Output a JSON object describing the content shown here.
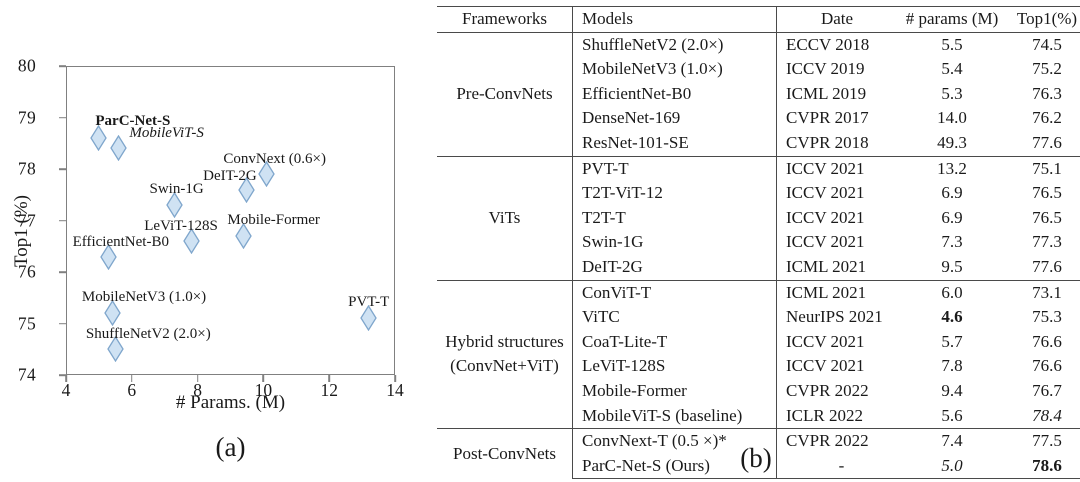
{
  "figure": {
    "caption_a": "(a)",
    "caption_b": "(b)"
  },
  "chart_data": {
    "type": "scatter",
    "title": "",
    "xlabel": "# Params. (M)",
    "ylabel": "Top1 (%)",
    "xlim": [
      4,
      14
    ],
    "ylim": [
      74,
      80
    ],
    "xticks": [
      "4",
      "6",
      "8",
      "10",
      "12",
      "14"
    ],
    "yticks": [
      "74",
      "75",
      "76",
      "77",
      "78",
      "79",
      "80"
    ],
    "grid": false,
    "legend": "none",
    "marker_fill": "#cfe2f3",
    "marker_edge": "#7fa6cc",
    "points": [
      {
        "label": "ParC-Net-S",
        "x": 5.0,
        "y": 78.6,
        "style": "bold"
      },
      {
        "label": "MobileViT-S",
        "x": 5.6,
        "y": 78.4,
        "style": "italic"
      },
      {
        "label": "ConvNext (0.6×)",
        "x": 10.1,
        "y": 77.9,
        "style": "normal"
      },
      {
        "label": "DeIT-2G",
        "x": 9.5,
        "y": 77.6,
        "style": "normal"
      },
      {
        "label": "Swin-1G",
        "x": 7.3,
        "y": 77.3,
        "style": "normal"
      },
      {
        "label": "Mobile-Former",
        "x": 9.4,
        "y": 76.7,
        "style": "normal"
      },
      {
        "label": "LeViT-128S",
        "x": 7.8,
        "y": 76.6,
        "style": "normal"
      },
      {
        "label": "EfficientNet-B0",
        "x": 5.3,
        "y": 76.3,
        "style": "normal"
      },
      {
        "label": "MobileNetV3 (1.0×)",
        "x": 5.4,
        "y": 75.2,
        "style": "normal"
      },
      {
        "label": "ShuffleNetV2 (2.0×)",
        "x": 5.5,
        "y": 74.5,
        "style": "normal"
      },
      {
        "label": "PVT-T",
        "x": 13.2,
        "y": 75.1,
        "style": "normal"
      }
    ]
  },
  "table": {
    "headers": [
      "Frameworks",
      "Models",
      "Date",
      "# params (M)",
      "Top1(%)"
    ],
    "groups": [
      {
        "framework": "Pre-ConvNets",
        "rows": [
          {
            "model": "ShuffleNetV2 (2.0×)",
            "date": "ECCV 2018",
            "params": "5.5",
            "top1": "74.5"
          },
          {
            "model": "MobileNetV3 (1.0×)",
            "date": "ICCV 2019",
            "params": "5.4",
            "top1": "75.2"
          },
          {
            "model": "EfficientNet-B0",
            "date": "ICML 2019",
            "params": "5.3",
            "top1": "76.3"
          },
          {
            "model": "DenseNet-169",
            "date": "CVPR 2017",
            "params": "14.0",
            "top1": "76.2"
          },
          {
            "model": "ResNet-101-SE",
            "date": "CVPR 2018",
            "params": "49.3",
            "top1": "77.6"
          }
        ]
      },
      {
        "framework": "ViTs",
        "rows": [
          {
            "model": "PVT-T",
            "date": "ICCV 2021",
            "params": "13.2",
            "top1": "75.1"
          },
          {
            "model": "T2T-ViT-12",
            "date": "ICCV 2021",
            "params": "6.9",
            "top1": "76.5"
          },
          {
            "model": "T2T-T",
            "date": "ICCV 2021",
            "params": "6.9",
            "top1": "76.5"
          },
          {
            "model": "Swin-1G",
            "date": "ICCV 2021",
            "params": "7.3",
            "top1": "77.3"
          },
          {
            "model": "DeIT-2G",
            "date": "ICML 2021",
            "params": "9.5",
            "top1": "77.6"
          }
        ]
      },
      {
        "framework": "Hybrid structures",
        "framework_line2": "(ConvNet+ViT)",
        "rows": [
          {
            "model": "ConViT-T",
            "date": "ICML 2021",
            "params": "6.0",
            "top1": "73.1"
          },
          {
            "model": "ViTC",
            "date": "NeurIPS 2021",
            "params": "4.6",
            "params_style": "bold",
            "top1": "75.3"
          },
          {
            "model": "CoaT-Lite-T",
            "date": "ICCV 2021",
            "params": "5.7",
            "top1": "76.6"
          },
          {
            "model": "LeViT-128S",
            "date": "ICCV 2021",
            "params": "7.8",
            "top1": "76.6"
          },
          {
            "model": "Mobile-Former",
            "date": "CVPR 2022",
            "params": "9.4",
            "top1": "76.7"
          },
          {
            "model": "MobileViT-S (baseline)",
            "date": "ICLR 2022",
            "params": "5.6",
            "top1": "78.4",
            "top1_style": "italic"
          }
        ]
      },
      {
        "framework": "Post-ConvNets",
        "rows": [
          {
            "model": "ConvNext-T (0.5 ×)*",
            "date": "CVPR 2022",
            "params": "7.4",
            "top1": "77.5"
          },
          {
            "model": "ParC-Net-S  (Ours)",
            "date": "-",
            "params": "5.0",
            "params_style": "italic",
            "top1": "78.6",
            "top1_style": "bold"
          }
        ]
      }
    ]
  }
}
